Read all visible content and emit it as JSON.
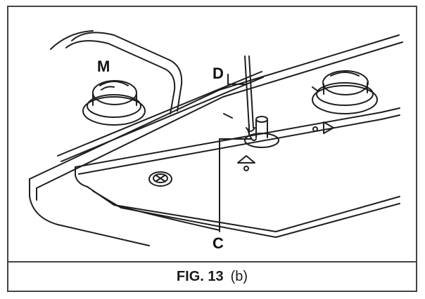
{
  "caption": {
    "label": "FIG. 13",
    "sub": "(b)"
  },
  "callouts": {
    "m": "M",
    "d": "D",
    "c": "C"
  },
  "colors": {
    "line": "#1e1e1e",
    "paper": "#ffffff",
    "border": "#444444"
  }
}
